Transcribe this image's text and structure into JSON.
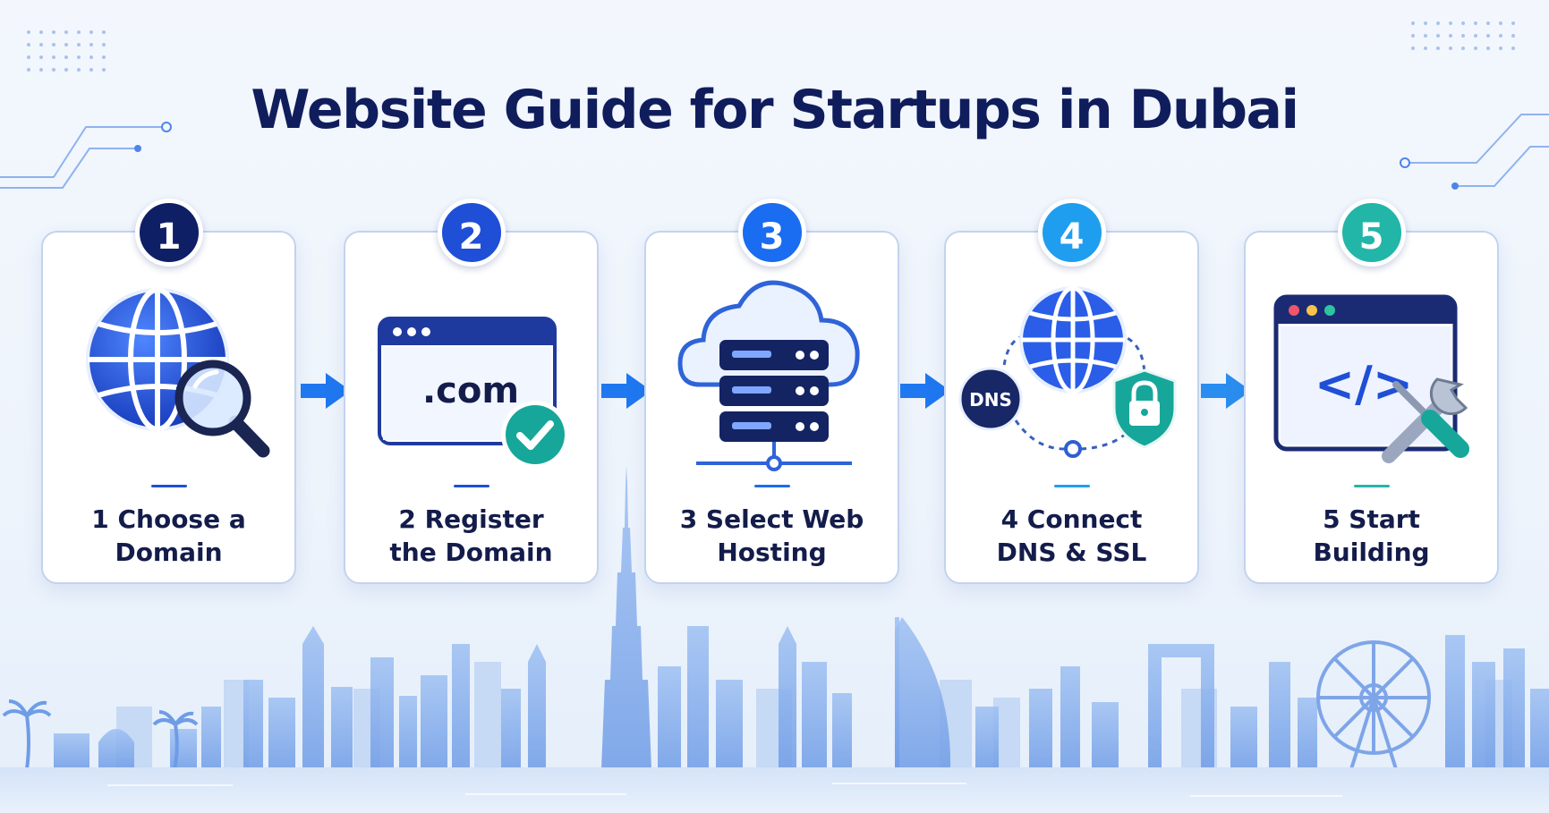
{
  "title": "Website Guide for Startups in Dubai",
  "colors": {
    "title": "#101d5c",
    "step1": "#0f1f66",
    "step2": "#1f4fd6",
    "step3": "#1a6cf0",
    "step4": "#1f9ef0",
    "step5": "#22b6a8",
    "arrow": "#1f78f0",
    "skyline": "#6f9ce6"
  },
  "steps": [
    {
      "number": "1",
      "lines": [
        "1  Choose a",
        "Domain"
      ],
      "icon": "globe-search-icon"
    },
    {
      "number": "2",
      "lines": [
        "2  Register",
        "the Domain"
      ],
      "icon": "domain-window-icon",
      "domain_text": ".com"
    },
    {
      "number": "3",
      "lines": [
        "3  Select Web",
        "Hosting"
      ],
      "icon": "cloud-server-icon"
    },
    {
      "number": "4",
      "lines": [
        "4  Connect",
        "DNS & SSL"
      ],
      "icon": "dns-ssl-network-icon",
      "dns_text": "DNS"
    },
    {
      "number": "5",
      "lines": [
        "5  Start",
        "Building"
      ],
      "icon": "code-window-tools-icon",
      "code_text": "</>"
    }
  ]
}
